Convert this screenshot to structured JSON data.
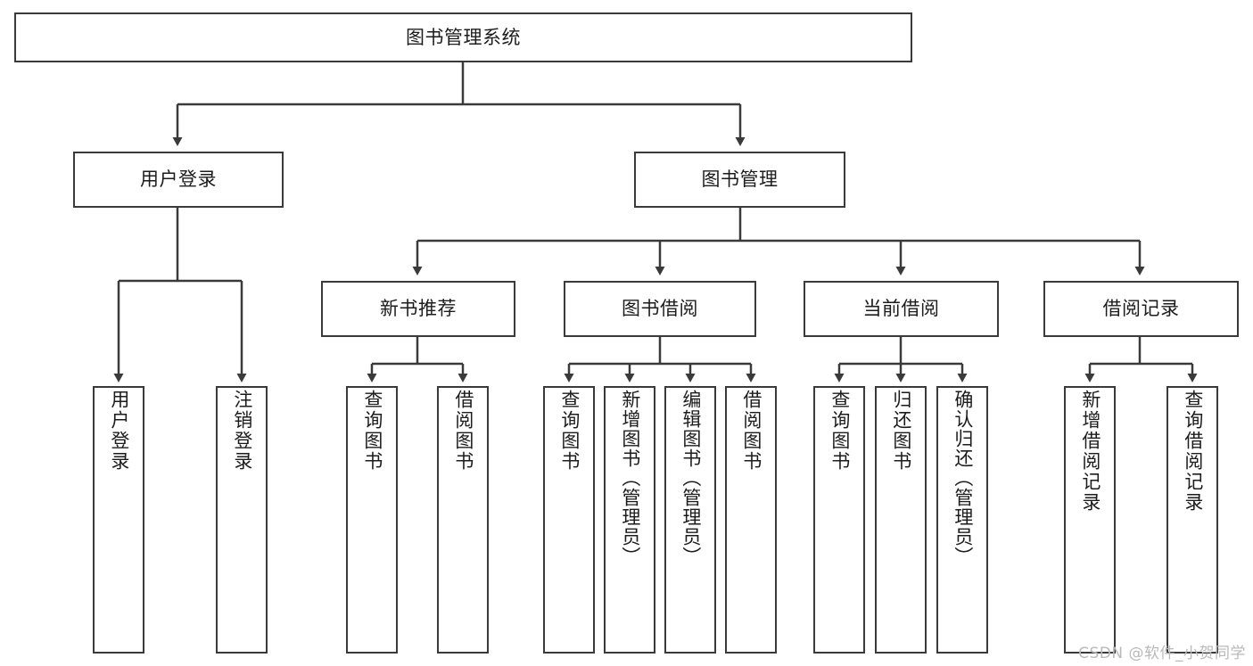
{
  "diagram": {
    "title": "图书管理系统",
    "type": "hierarchy-tree",
    "watermark": "CSDN @软件_小贺同学",
    "colors": {
      "background": "#ffffff",
      "border": "#3a3a3a",
      "text": "#1c1c1c",
      "edge": "#3a3a3a",
      "watermark": "#b9b9b9"
    },
    "levels": [
      {
        "level": 1,
        "nodes": [
          {
            "id": "root",
            "label": "图书管理系统",
            "orientation": "horizontal"
          }
        ]
      },
      {
        "level": 2,
        "nodes": [
          {
            "id": "login",
            "label": "用户登录",
            "orientation": "horizontal"
          },
          {
            "id": "bookmgmt",
            "label": "图书管理",
            "orientation": "horizontal"
          }
        ]
      },
      {
        "level": 3,
        "nodes": [
          {
            "id": "newbook",
            "label": "新书推荐",
            "orientation": "horizontal"
          },
          {
            "id": "borrow",
            "label": "图书借阅",
            "orientation": "horizontal"
          },
          {
            "id": "current",
            "label": "当前借阅",
            "orientation": "horizontal"
          },
          {
            "id": "record",
            "label": "借阅记录",
            "orientation": "horizontal"
          }
        ]
      },
      {
        "level": 4,
        "nodes": [
          {
            "id": "leaf1",
            "label": "用户登录",
            "orientation": "vertical",
            "parent": "login"
          },
          {
            "id": "leaf2",
            "label": "注销登录",
            "orientation": "vertical",
            "parent": "login"
          },
          {
            "id": "leaf3",
            "label": "查询图书",
            "orientation": "vertical",
            "parent": "newbook"
          },
          {
            "id": "leaf4",
            "label": "借阅图书",
            "orientation": "vertical",
            "parent": "newbook"
          },
          {
            "id": "leaf5",
            "label": "查询图书",
            "orientation": "vertical",
            "parent": "borrow"
          },
          {
            "id": "leaf6",
            "label": "新增图书（管理员）",
            "orientation": "vertical",
            "parent": "borrow"
          },
          {
            "id": "leaf7",
            "label": "编辑图书（管理员）",
            "orientation": "vertical",
            "parent": "borrow"
          },
          {
            "id": "leaf8",
            "label": "借阅图书",
            "orientation": "vertical",
            "parent": "borrow"
          },
          {
            "id": "leaf9",
            "label": "查询图书",
            "orientation": "vertical",
            "parent": "current"
          },
          {
            "id": "leaf10",
            "label": "归还图书",
            "orientation": "vertical",
            "parent": "current"
          },
          {
            "id": "leaf11",
            "label": "确认归还（管理员）",
            "orientation": "vertical",
            "parent": "current"
          },
          {
            "id": "leaf12",
            "label": "新增借阅记录",
            "orientation": "vertical",
            "parent": "record"
          },
          {
            "id": "leaf13",
            "label": "查询借阅记录",
            "orientation": "vertical",
            "parent": "record"
          }
        ]
      }
    ]
  }
}
